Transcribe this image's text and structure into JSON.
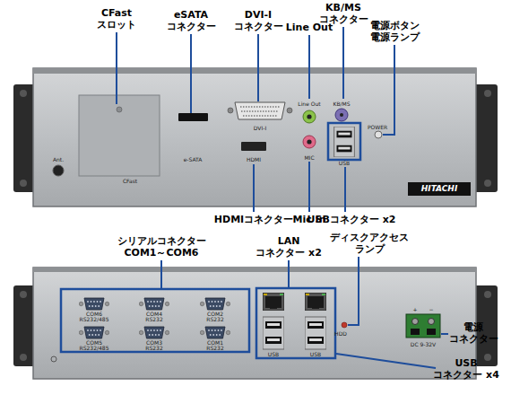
{
  "diagram": {
    "labels": [
      "CFast スロット",
      "eSATA コネクター",
      "DVI-I コネクター",
      "Line Out",
      "KB/MS コネクター",
      "電源ボタン 電源ランプ",
      "HDMIコネクター",
      "Mic In",
      "USBコネクター x2",
      "シリアルコネクター COM1～COM6",
      "LAN コネクター x2",
      "ディスクアクセス ランプ",
      "電源 コネクター",
      "USB コネクター x4",
      "Ant.",
      "CFast",
      "e-SATA",
      "DVI-I",
      "Line Out",
      "HDMI",
      "MIC",
      "KB/MS",
      "POWER",
      "USB",
      "HITACHI",
      "COM6",
      "RS232/485",
      "COM4",
      "RS232",
      "COM2",
      "RS232",
      "COM5",
      "RS232/485",
      "COM3",
      "RS232",
      "COM1",
      "RS232",
      "USB",
      "USB",
      "HDD",
      "+",
      "−",
      "DC 9-32V"
    ]
  }
}
